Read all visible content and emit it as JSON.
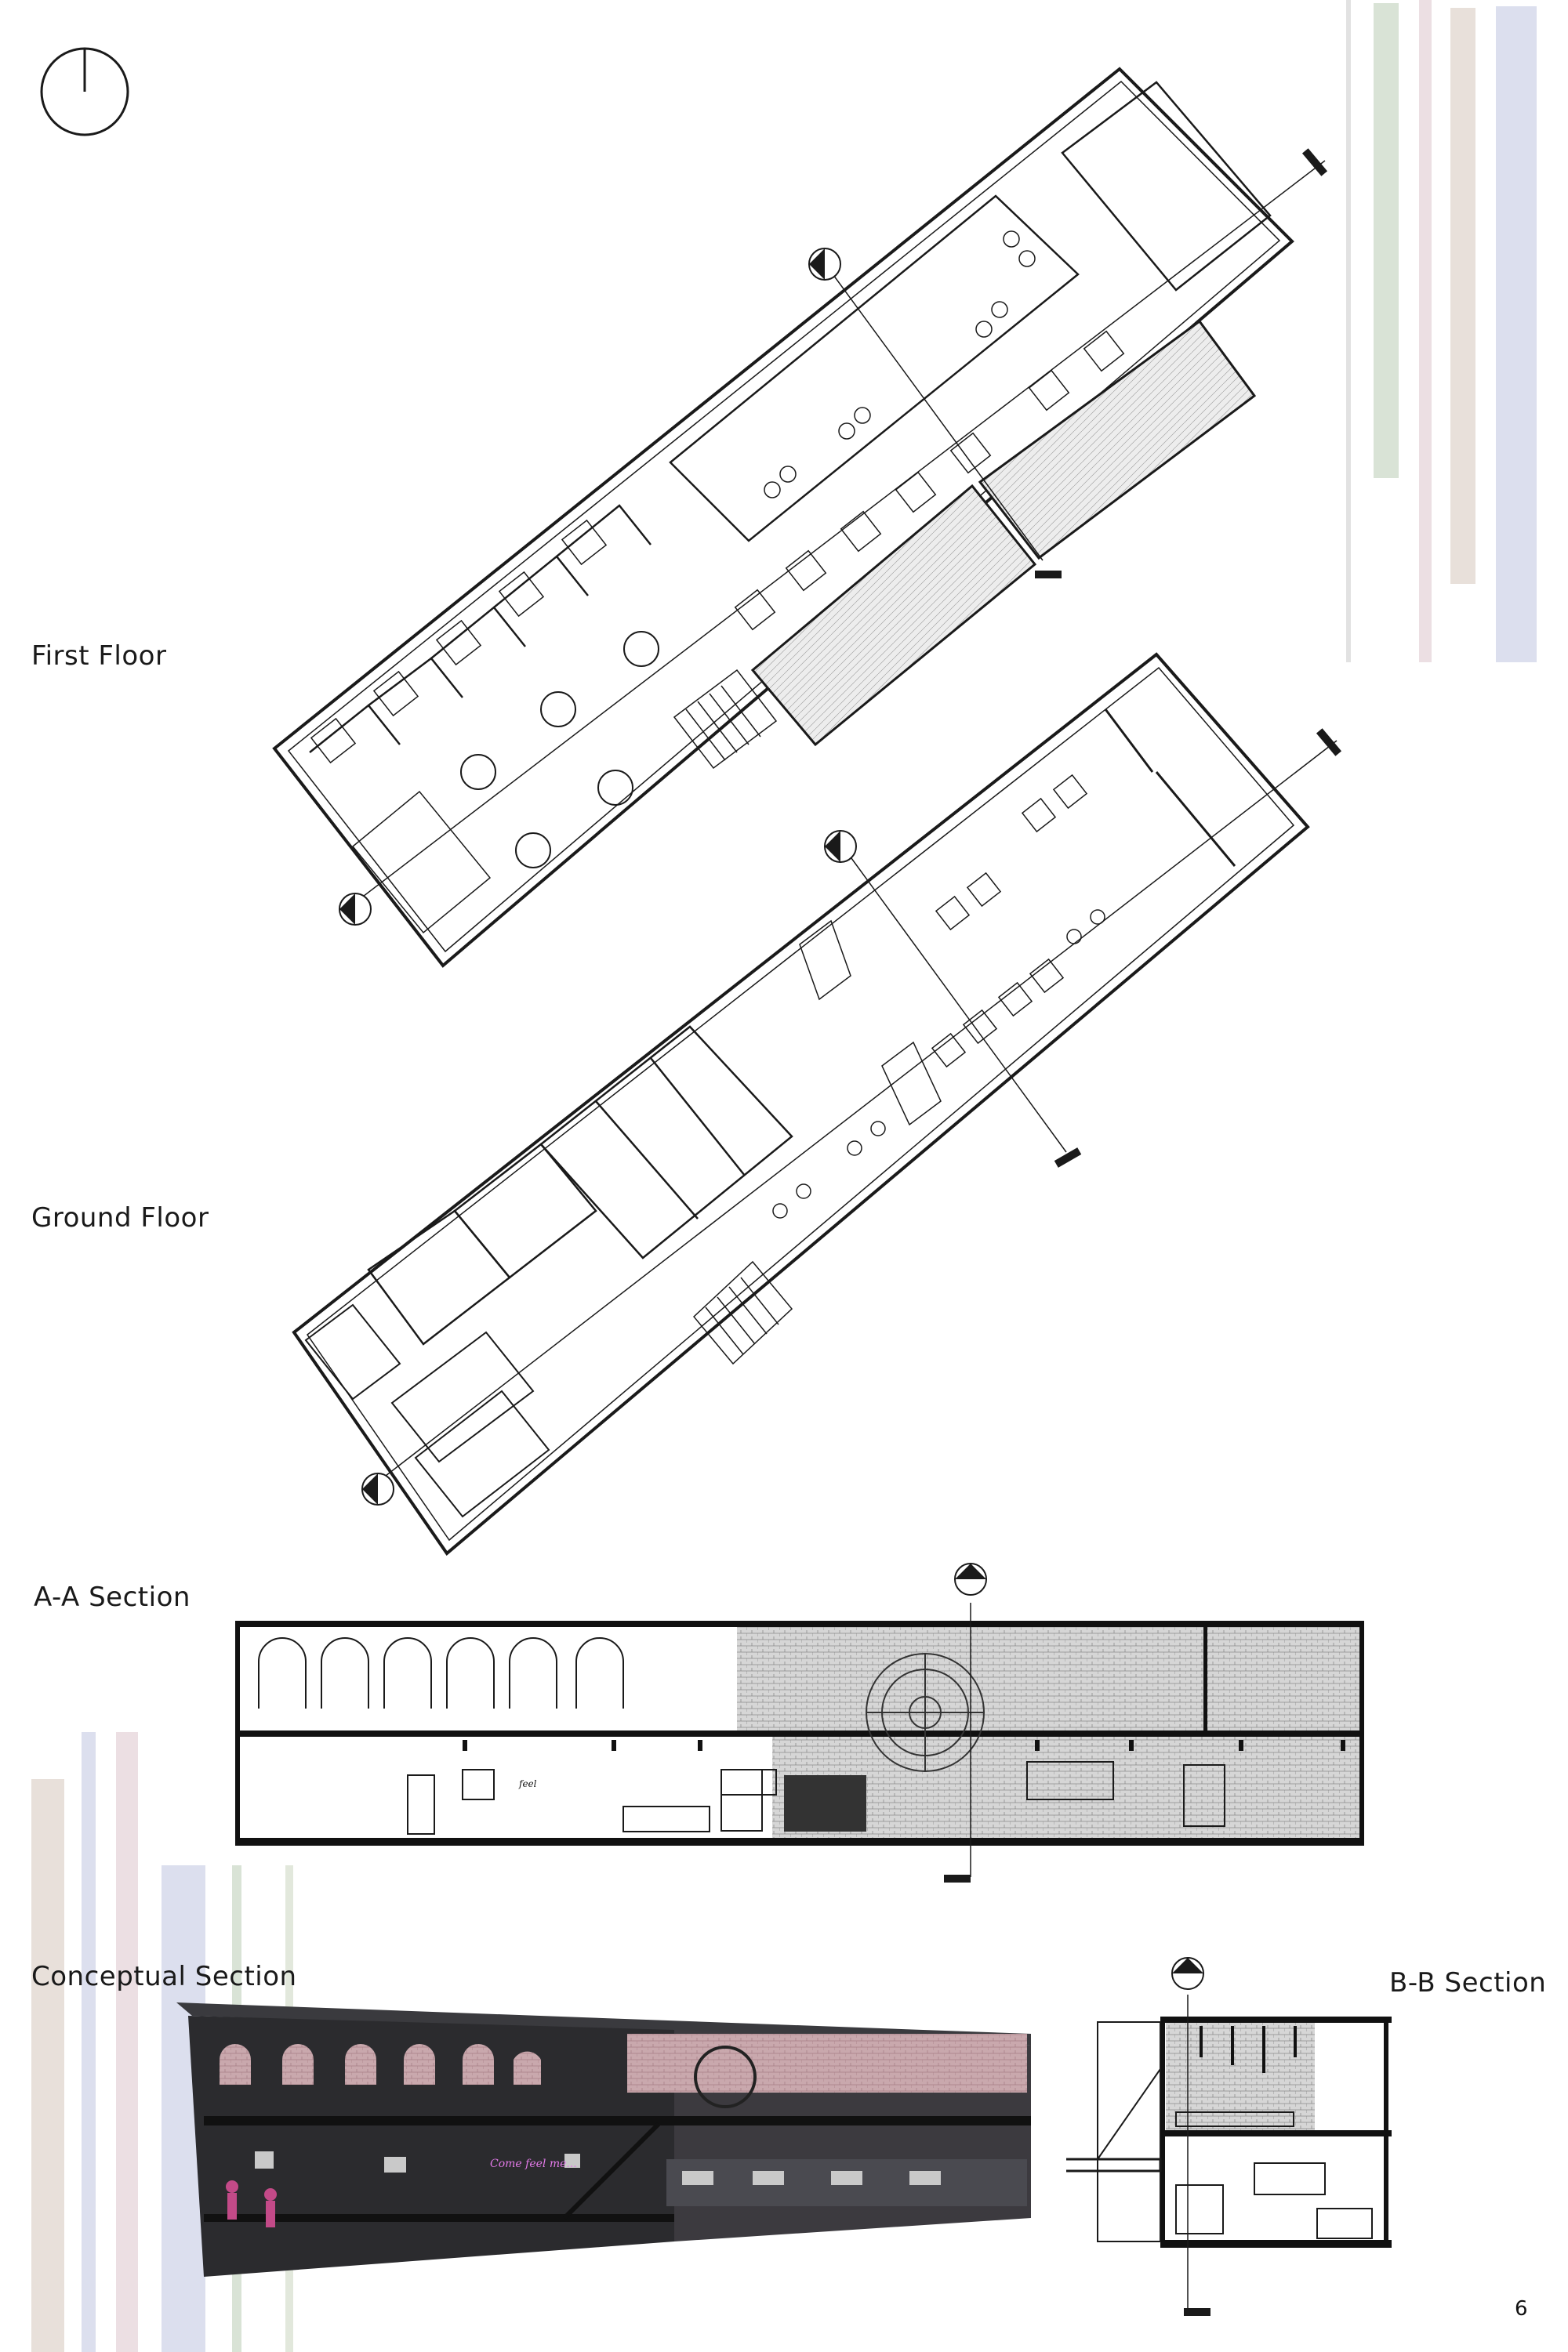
{
  "labels": {
    "first_floor": "First Floor",
    "ground_floor": "Ground Floor",
    "aa_section": "A-A Section",
    "conceptual_section": "Conceptual Section",
    "bb_section": "B-B Section"
  },
  "neon_sign": "Come feel me...",
  "page_number": "6",
  "icons": {
    "north_arrow": "north-arrow-icon",
    "section_marker": "section-marker-icon"
  },
  "colors": {
    "bar_green": "#d9e3d6",
    "bar_pink": "#ecdfe3",
    "bar_lavender": "#dcdfee",
    "bar_beige": "#e8e0da",
    "line": "#1a1a1a",
    "glazing": "#e6e6e6",
    "brick": "#d9cfd4",
    "dark": "#2b2b2e"
  }
}
